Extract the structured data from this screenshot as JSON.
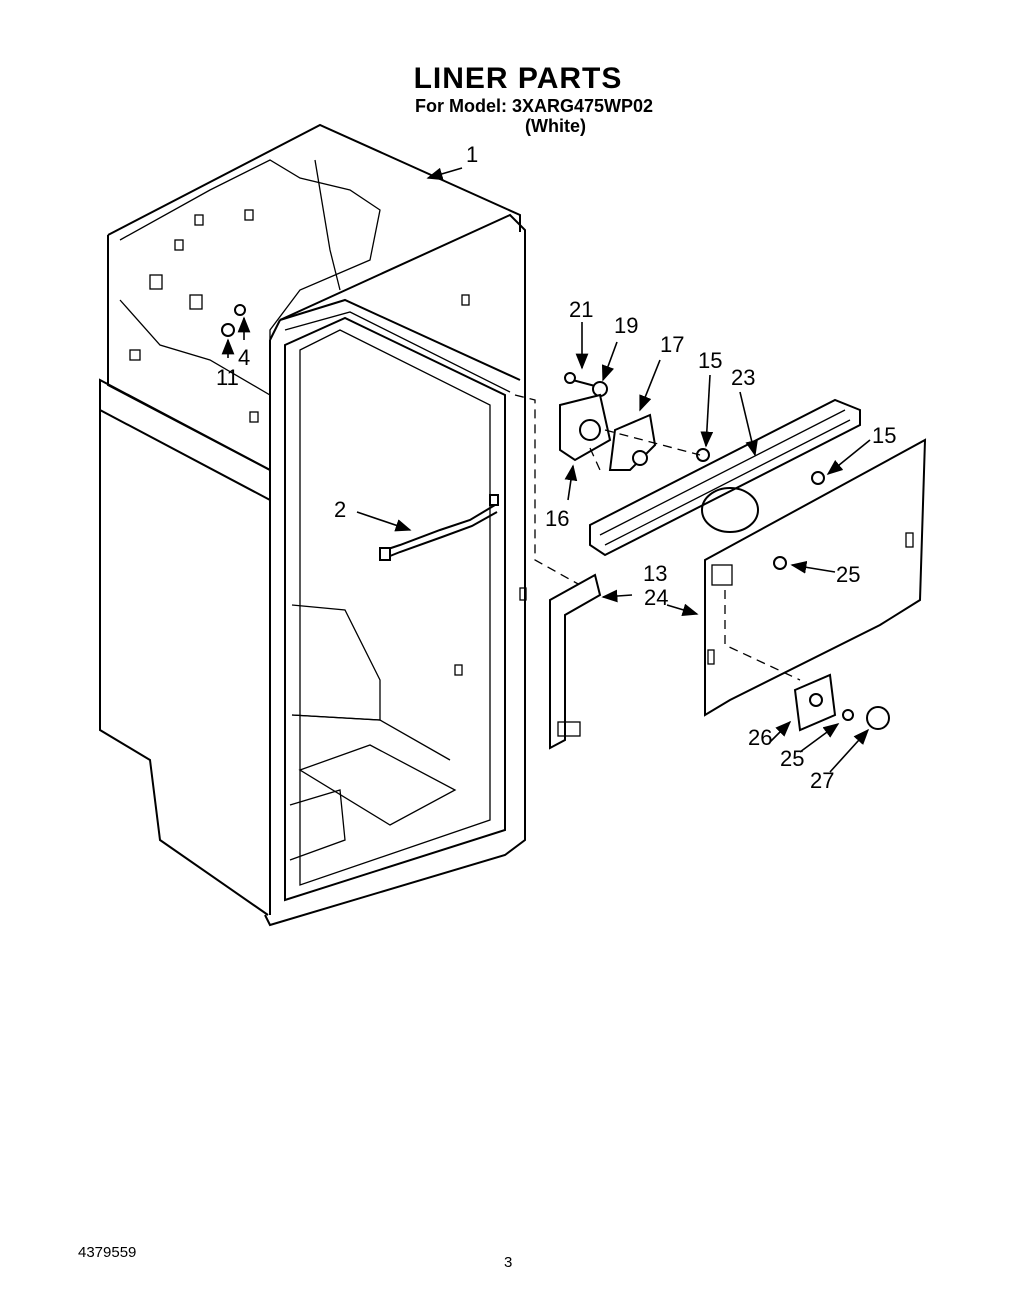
{
  "header": {
    "title": "LINER PARTS",
    "model_line": "For Model: 3XARG475WP02",
    "variant": "(White)"
  },
  "callouts": {
    "c1": "1",
    "c2": "2",
    "c4": "4",
    "c11": "11",
    "c13": "13",
    "c15a": "15",
    "c15b": "15",
    "c16": "16",
    "c17": "17",
    "c19": "19",
    "c21": "21",
    "c23": "23",
    "c24": "24",
    "c25a": "25",
    "c25b": "25",
    "c26": "26",
    "c27": "27"
  },
  "footer": {
    "doc_number": "4379559",
    "page_number": "3"
  }
}
